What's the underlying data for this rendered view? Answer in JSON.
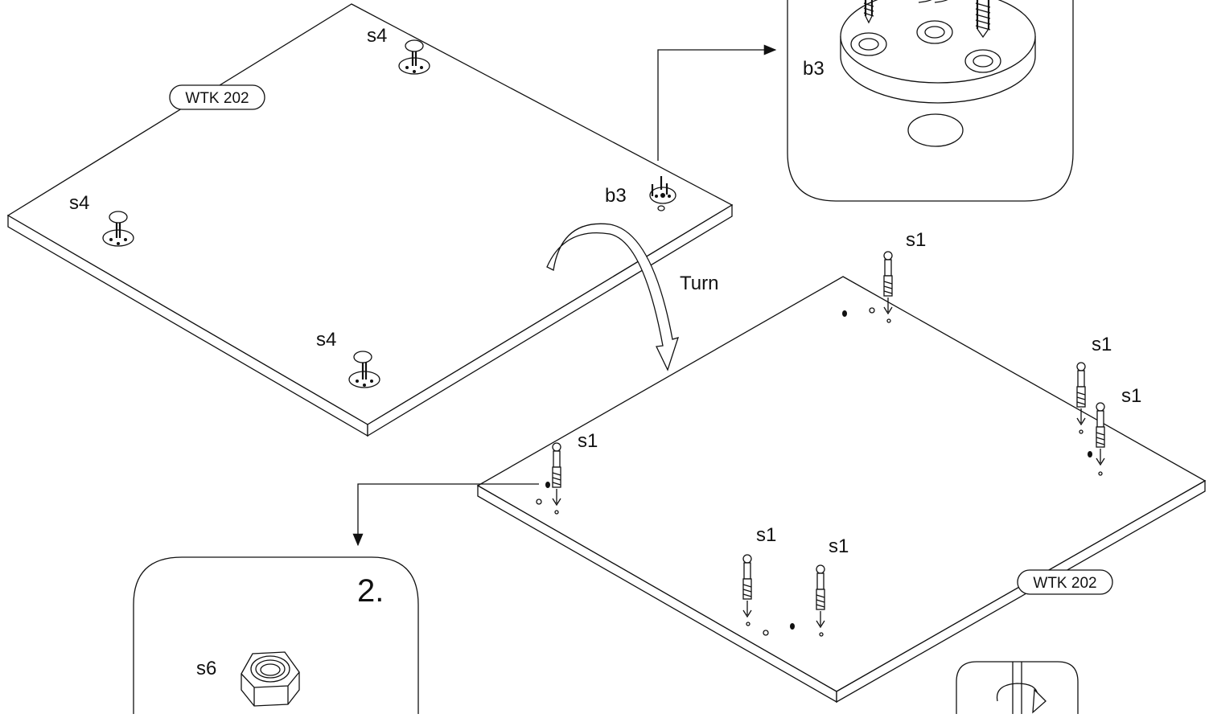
{
  "labels": {
    "s4_a": "s4",
    "s4_b": "s4",
    "s4_c": "s4",
    "b3_panel": "b3",
    "b3_detail": "b3",
    "turn": "Turn",
    "s1_a": "s1",
    "s1_b": "s1",
    "s1_c": "s1",
    "s1_d": "s1",
    "s1_e": "s1",
    "s1_f": "s1",
    "s6": "s6"
  },
  "tags": {
    "top_panel": "WTK 202",
    "bottom_panel": "WTK 202"
  },
  "step_number": "2."
}
